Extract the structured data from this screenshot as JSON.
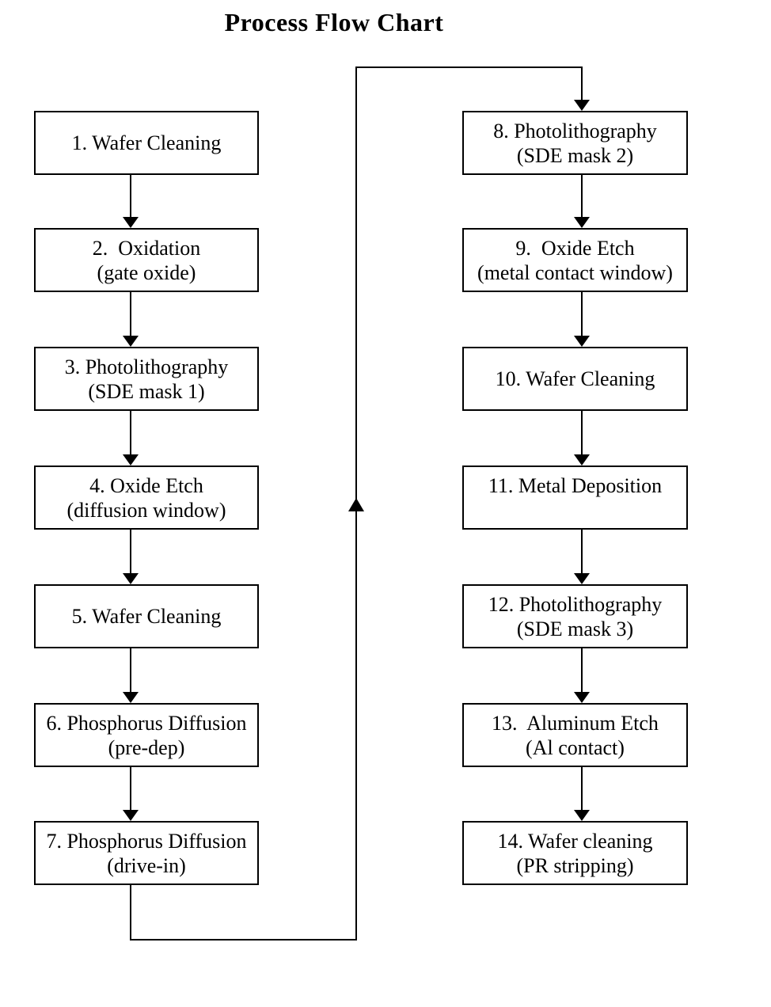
{
  "title": "Process Flow Chart",
  "colors": {
    "background": "#ffffff",
    "line": "#000000",
    "text": "#000000",
    "box_fill": "#ffffff"
  },
  "flowchart": {
    "columns": [
      {
        "steps": [
          {
            "line1": "1. Wafer Cleaning",
            "line2": ""
          },
          {
            "line1": "2.  Oxidation",
            "line2": "(gate oxide)"
          },
          {
            "line1": "3. Photolithography",
            "line2": "(SDE mask 1)"
          },
          {
            "line1": "4. Oxide Etch",
            "line2": "(diffusion window)"
          },
          {
            "line1": "5. Wafer Cleaning",
            "line2": ""
          },
          {
            "line1": "6. Phosphorus Diffusion",
            "line2": "(pre-dep)"
          },
          {
            "line1": "7. Phosphorus Diffusion",
            "line2": "(drive-in)"
          }
        ]
      },
      {
        "steps": [
          {
            "line1": "8. Photolithography",
            "line2": "(SDE mask 2)"
          },
          {
            "line1": "9.  Oxide Etch",
            "line2": "(metal contact window)"
          },
          {
            "line1": "10. Wafer Cleaning",
            "line2": ""
          },
          {
            "line1": "11. Metal Deposition",
            "line2": ""
          },
          {
            "line1": "12. Photolithography",
            "line2": "(SDE mask 3)"
          },
          {
            "line1": "13.  Aluminum Etch",
            "line2": "(Al contact)"
          },
          {
            "line1": "14. Wafer cleaning",
            "line2": "(PR stripping)"
          }
        ]
      }
    ],
    "edges": [
      {
        "from": "1",
        "to": "2"
      },
      {
        "from": "2",
        "to": "3"
      },
      {
        "from": "3",
        "to": "4"
      },
      {
        "from": "4",
        "to": "5"
      },
      {
        "from": "5",
        "to": "6"
      },
      {
        "from": "6",
        "to": "7"
      },
      {
        "from": "7",
        "to": "8"
      },
      {
        "from": "8",
        "to": "9"
      },
      {
        "from": "9",
        "to": "10"
      },
      {
        "from": "10",
        "to": "11"
      },
      {
        "from": "11",
        "to": "12"
      },
      {
        "from": "12",
        "to": "13"
      },
      {
        "from": "13",
        "to": "14"
      }
    ]
  }
}
